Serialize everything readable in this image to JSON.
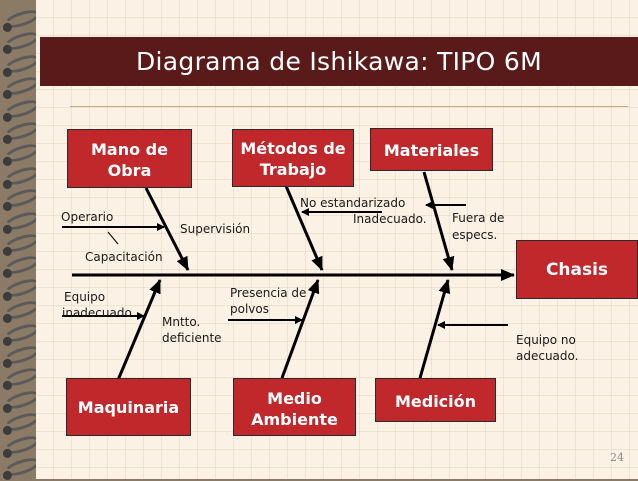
{
  "title": "Diagrama de Ishikawa: TIPO  6M",
  "effect": "Chasis",
  "categories": {
    "mano_de_obra": [
      "Mano de",
      "Obra"
    ],
    "metodos": [
      "Métodos de",
      "Trabajo"
    ],
    "materiales": "Materiales",
    "maquinaria": "Maquinaria",
    "medio_ambiente": [
      "Medio",
      "Ambiente"
    ],
    "medicion": "Medición"
  },
  "causes": {
    "operario": "Operario",
    "supervision": "Supervisión",
    "capacitacion": "Capacitación",
    "no_estandarizado": "No estandarizado",
    "inadecuado": "Inadecuado.",
    "fuera_de_especs": [
      "Fuera de",
      "especs."
    ],
    "equipo_inadecuado": [
      "Equipo",
      "inadecuado"
    ],
    "mntto_deficiente": [
      "Mntto.",
      "deficiente"
    ],
    "presencia_de_polvos": [
      "Presencia de",
      "polvos"
    ],
    "equipo_no_adecuado": [
      "Equipo no",
      "adecuado."
    ]
  },
  "page_number": "24",
  "colors": {
    "category_box": "#c0282c",
    "title_bar": "#5a1a1a",
    "paper": "#fbf1e4"
  }
}
